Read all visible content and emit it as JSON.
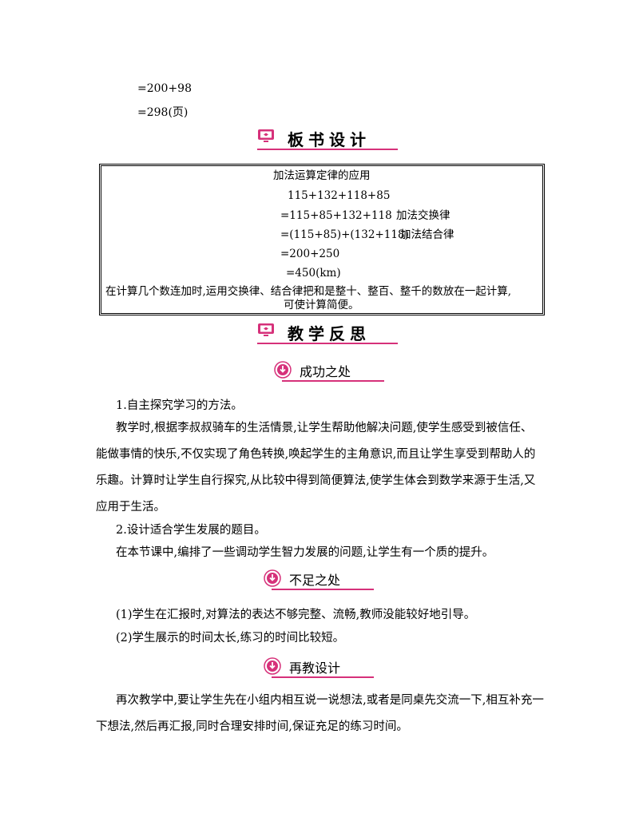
{
  "top_calc": {
    "line1": "=200+98",
    "line2": "=298(页)"
  },
  "board": {
    "heading": "板书设计",
    "box_title": "加法运算定律的应用",
    "expr": "115+132+118+85",
    "step1": "=115+85+132+118",
    "step1_note": "加法交换律",
    "step2": "=(115+85)+(132+118)",
    "step2_note": "加法结合律",
    "step3": "=200+250",
    "step4": "=450(km)",
    "summary_line1": "在计算几个数连加时,运用交换律、结合律把和是整十、整百、整千的数放在一起计算,",
    "summary_line2": "可使计算简便。"
  },
  "reflection": {
    "heading": "教学反思",
    "success": {
      "title": "成功之处",
      "p1": "1.自主探究学习的方法。",
      "p2": "教学时,根据李叔叔骑车的生活情景,让学生帮助他解决问题,使学生感受到被信任、能做事情的快乐,不仅实现了角色转换,唤起学生的主角意识,而且让学生享受到帮助人的乐趣。计算时让学生自行探究,从比较中得到简便算法,使学生体会到数学来源于生活,又应用于生活。",
      "p3": "2.设计适合学生发展的题目。",
      "p4": "在本节课中,编排了一些调动学生智力发展的问题,让学生有一个质的提升。"
    },
    "shortcoming": {
      "title": "不足之处",
      "p1": "(1)学生在汇报时,对算法的表达不够完整、流畅,教师没能较好地引导。",
      "p2": "(2)学生展示的时间太长,练习的时间比较短。"
    },
    "redesign": {
      "title": "再教设计",
      "p1": "再次教学中,要让学生先在小组内相互说一说想法,或者是同桌先交流一下,相互补充一下想法,然后再汇报,同时合理安排时间,保证充足的练习时间。"
    }
  },
  "colors": {
    "accent": "#d6317a"
  }
}
